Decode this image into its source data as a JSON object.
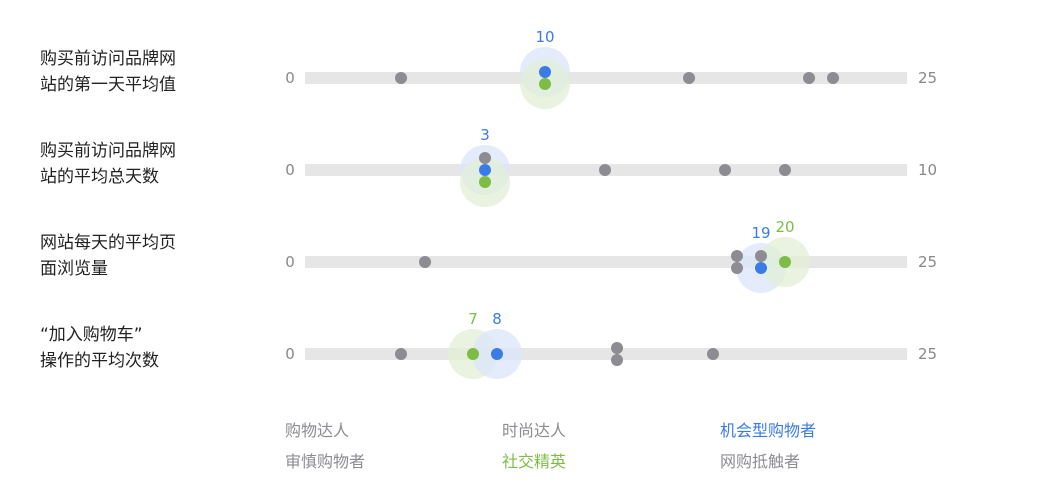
{
  "chart_data": {
    "type": "scatter",
    "colors": {
      "track": "#e6e6e6",
      "neutral": "#8c8c92",
      "blue": "#3b7be8",
      "green": "#7dbd45",
      "halo_blue": "#dbe6fb",
      "halo_green": "#e2efd5",
      "row_label": "#222222",
      "tick": "#888888"
    },
    "legend": [
      {
        "name": "购物达人",
        "color": "#8c8c92"
      },
      {
        "name": "时尚达人",
        "color": "#8c8c92"
      },
      {
        "name": "机会型购物者",
        "color": "#3b7be8"
      },
      {
        "name": "审慎购物者",
        "color": "#8c8c92"
      },
      {
        "name": "社交精英",
        "color": "#7dbd45"
      },
      {
        "name": "网购抵触者",
        "color": "#8c8c92"
      }
    ],
    "rows": [
      {
        "label_lines": [
          "购买前访问品牌网",
          "站的第一天平均值"
        ],
        "min": 0,
        "max": 25,
        "min_label": "0",
        "max_label": "25",
        "points": [
          {
            "series": "购物达人",
            "value": 4
          },
          {
            "series": "时尚达人",
            "value": 16
          },
          {
            "series": "审慎购物者",
            "value": 21
          },
          {
            "series": "网购抵触者",
            "value": 22
          },
          {
            "series": "机会型购物者",
            "value": 10,
            "label": "10",
            "highlight": true
          },
          {
            "series": "社交精英",
            "value": 10,
            "highlight": true
          }
        ]
      },
      {
        "label_lines": [
          "购买前访问品牌网",
          "站的平均总天数"
        ],
        "min": 0,
        "max": 10,
        "min_label": "0",
        "max_label": "10",
        "points": [
          {
            "series": "购物达人",
            "value": 3
          },
          {
            "series": "时尚达人",
            "value": 5
          },
          {
            "series": "审慎购物者",
            "value": 7
          },
          {
            "series": "网购抵触者",
            "value": 8
          },
          {
            "series": "机会型购物者",
            "value": 3,
            "label": "3",
            "highlight": true
          },
          {
            "series": "社交精英",
            "value": 3,
            "highlight": true
          }
        ]
      },
      {
        "label_lines": [
          "网站每天的平均页",
          "面浏览量"
        ],
        "min": 0,
        "max": 25,
        "min_label": "0",
        "max_label": "25",
        "points": [
          {
            "series": "购物达人",
            "value": 5
          },
          {
            "series": "时尚达人",
            "value": 18
          },
          {
            "series": "审慎购物者",
            "value": 18
          },
          {
            "series": "网购抵触者",
            "value": 19
          },
          {
            "series": "机会型购物者",
            "value": 19,
            "label": "19",
            "highlight": true
          },
          {
            "series": "社交精英",
            "value": 20,
            "label": "20",
            "highlight": true
          }
        ]
      },
      {
        "label_lines": [
          "“加入购物车”",
          "操作的平均次数"
        ],
        "min": 0,
        "max": 25,
        "min_label": "0",
        "max_label": "25",
        "points": [
          {
            "series": "购物达人",
            "value": 4
          },
          {
            "series": "时尚达人",
            "value": 13
          },
          {
            "series": "审慎购物者",
            "value": 13
          },
          {
            "series": "网购抵触者",
            "value": 17
          },
          {
            "series": "社交精英",
            "value": 7,
            "label": "7",
            "highlight": true
          },
          {
            "series": "机会型购物者",
            "value": 8,
            "label": "8",
            "highlight": true
          }
        ]
      }
    ]
  }
}
